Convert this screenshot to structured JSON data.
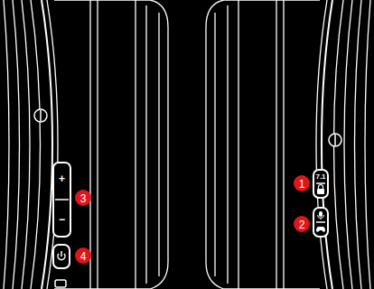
{
  "diagram": {
    "labels": [
      "+",
      "3",
      "−",
      "4",
      "7.1",
      "1",
      "2"
    ]
  }
}
